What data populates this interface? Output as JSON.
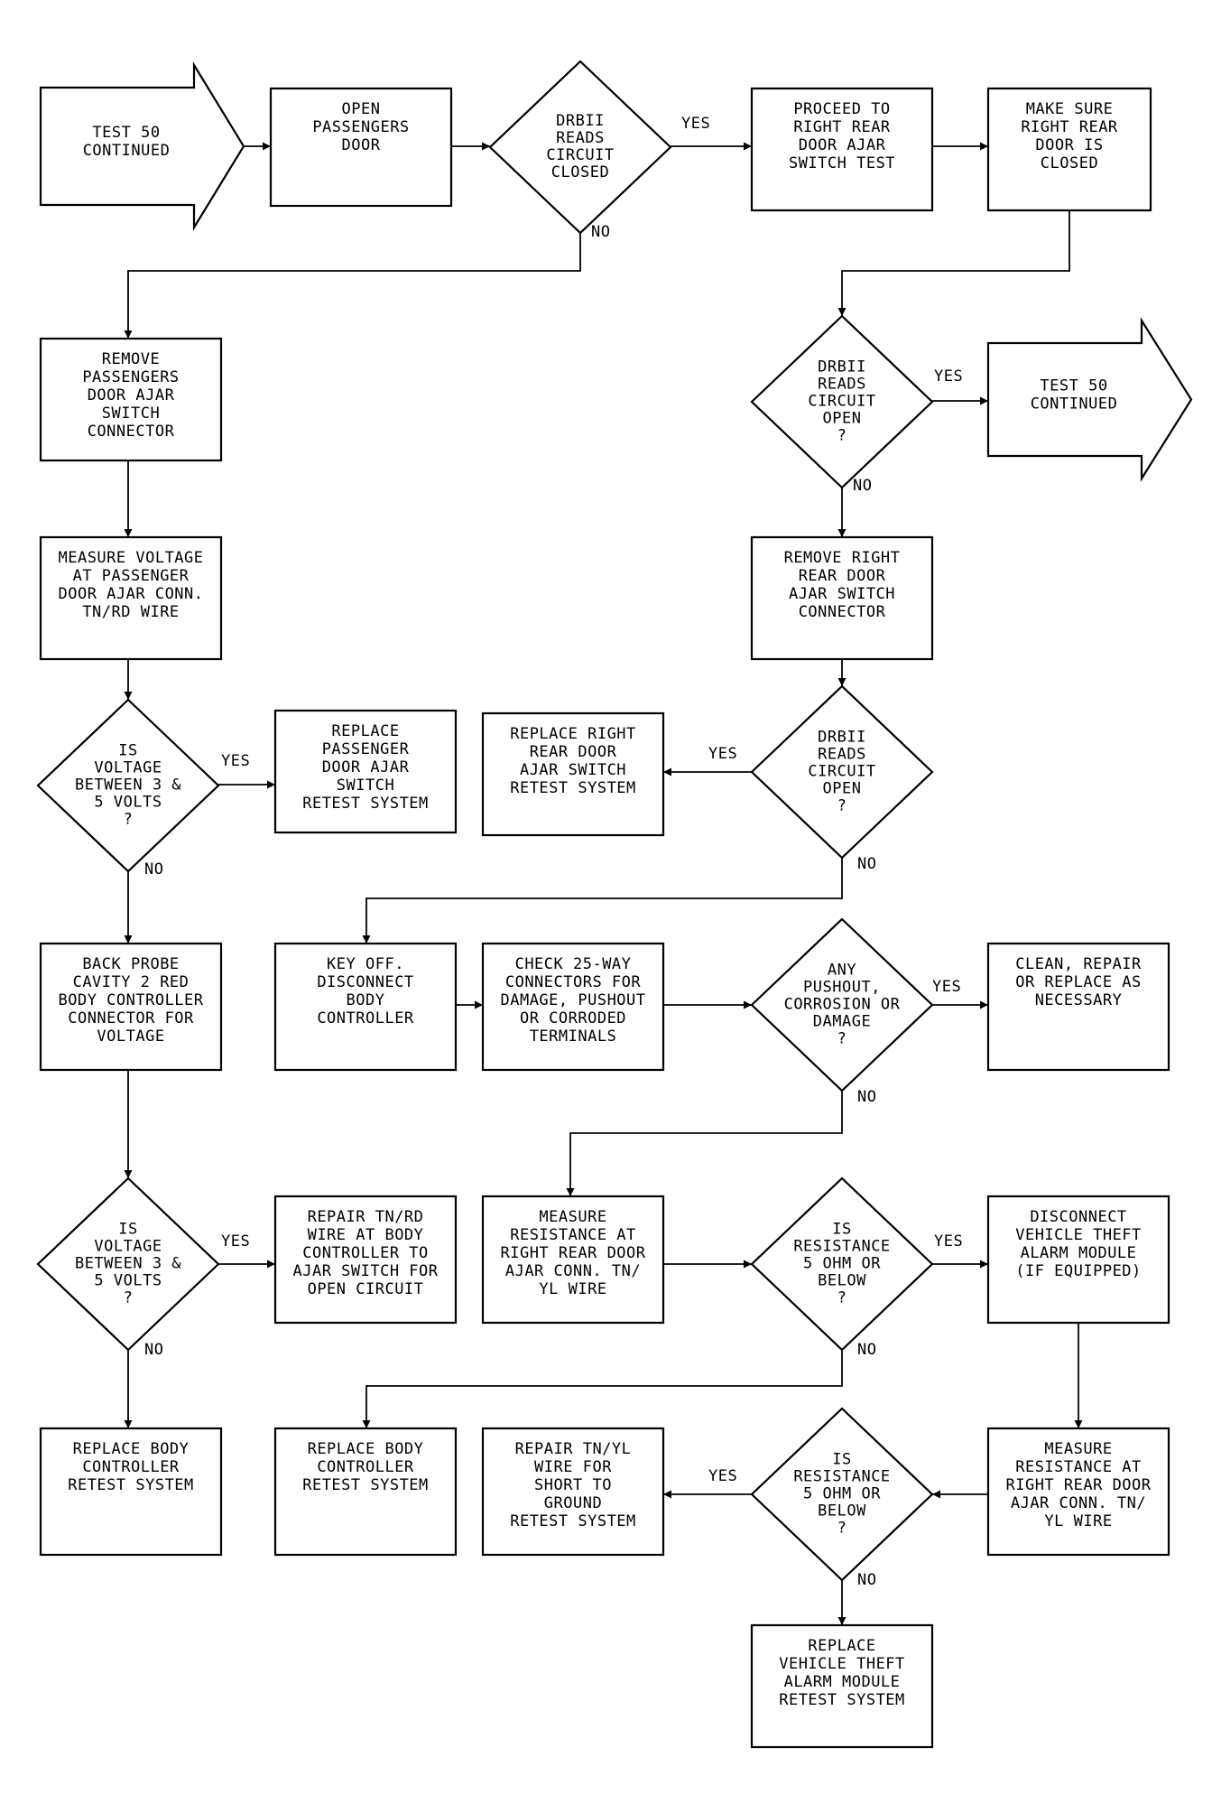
{
  "nodes": [
    {
      "id": "start",
      "shape": "arrow",
      "lines": [
        "TEST 50",
        "CONTINUED"
      ]
    },
    {
      "id": "open_door",
      "shape": "box",
      "lines": [
        "OPEN",
        "PASSENGERS",
        "DOOR"
      ]
    },
    {
      "id": "d_closed",
      "shape": "diamond",
      "lines": [
        "DRBII",
        "READS",
        "CIRCUIT",
        "CLOSED"
      ]
    },
    {
      "id": "proceed",
      "shape": "box",
      "lines": [
        "PROCEED TO",
        "RIGHT REAR",
        "DOOR AJAR",
        "SWITCH TEST"
      ]
    },
    {
      "id": "make_sure",
      "shape": "box",
      "lines": [
        "MAKE SURE",
        "RIGHT REAR",
        "DOOR IS",
        "CLOSED"
      ]
    },
    {
      "id": "remove_pass",
      "shape": "box",
      "lines": [
        "REMOVE",
        "PASSENGERS",
        "DOOR AJAR",
        "SWITCH",
        "CONNECTOR"
      ]
    },
    {
      "id": "d_open1",
      "shape": "diamond",
      "lines": [
        "DRBII",
        "READS",
        "CIRCUIT",
        "OPEN",
        "?"
      ]
    },
    {
      "id": "end_test",
      "shape": "arrow",
      "lines": [
        "TEST 50",
        "CONTINUED"
      ]
    },
    {
      "id": "measure_v",
      "shape": "box",
      "lines": [
        "MEASURE VOLTAGE",
        "AT PASSENGER",
        "DOOR AJAR CONN.",
        "TN/RD WIRE"
      ]
    },
    {
      "id": "remove_rr",
      "shape": "box",
      "lines": [
        "REMOVE RIGHT",
        "REAR DOOR",
        "AJAR SWITCH",
        "CONNECTOR"
      ]
    },
    {
      "id": "d_v1",
      "shape": "diamond",
      "lines": [
        "IS",
        "VOLTAGE",
        "BETWEEN 3 &",
        "5 VOLTS",
        "?"
      ]
    },
    {
      "id": "replace_pass",
      "shape": "box",
      "lines": [
        "REPLACE",
        "PASSENGER",
        "DOOR AJAR",
        "SWITCH",
        "RETEST SYSTEM"
      ]
    },
    {
      "id": "replace_rr",
      "shape": "box",
      "lines": [
        "REPLACE RIGHT",
        "REAR DOOR",
        "AJAR SWITCH",
        "RETEST SYSTEM"
      ]
    },
    {
      "id": "d_open2",
      "shape": "diamond",
      "lines": [
        "DRBII",
        "READS",
        "CIRCUIT",
        "OPEN",
        "?"
      ]
    },
    {
      "id": "back_probe",
      "shape": "box",
      "lines": [
        "BACK PROBE",
        "CAVITY 2 RED",
        "BODY CONTROLLER",
        "CONNECTOR FOR",
        "VOLTAGE"
      ]
    },
    {
      "id": "key_off",
      "shape": "box",
      "lines": [
        "KEY OFF.",
        "DISCONNECT",
        "BODY",
        "CONTROLLER"
      ]
    },
    {
      "id": "check25",
      "shape": "box",
      "lines": [
        "CHECK 25-WAY",
        "CONNECTORS FOR",
        "DAMAGE, PUSHOUT",
        "OR CORRODED",
        "TERMINALS"
      ]
    },
    {
      "id": "d_pushout",
      "shape": "diamond",
      "lines": [
        "ANY",
        "PUSHOUT,",
        "CORROSION OR",
        "DAMAGE",
        "?"
      ]
    },
    {
      "id": "clean",
      "shape": "box",
      "lines": [
        "CLEAN, REPAIR",
        "OR REPLACE AS",
        "NECESSARY"
      ]
    },
    {
      "id": "d_v2",
      "shape": "diamond",
      "lines": [
        "IS",
        "VOLTAGE",
        "BETWEEN 3 &",
        "5 VOLTS",
        "?"
      ]
    },
    {
      "id": "repair_tnrd",
      "shape": "box",
      "lines": [
        "REPAIR TN/RD",
        "WIRE AT BODY",
        "CONTROLLER TO",
        "AJAR SWITCH FOR",
        "OPEN CIRCUIT"
      ]
    },
    {
      "id": "measure_r1",
      "shape": "box",
      "lines": [
        "MEASURE",
        "RESISTANCE AT",
        "RIGHT REAR DOOR",
        "AJAR CONN. TN/",
        "YL WIRE"
      ]
    },
    {
      "id": "d_r1",
      "shape": "diamond",
      "lines": [
        "IS",
        "RESISTANCE",
        "5 OHM OR",
        "BELOW",
        "?"
      ]
    },
    {
      "id": "disconnect_vta",
      "shape": "box",
      "lines": [
        "DISCONNECT",
        "VEHICLE THEFT",
        "ALARM MODULE",
        "(IF EQUIPPED)"
      ]
    },
    {
      "id": "replace_bc1",
      "shape": "box",
      "lines": [
        "REPLACE BODY",
        "CONTROLLER",
        "RETEST SYSTEM"
      ]
    },
    {
      "id": "replace_bc2",
      "shape": "box",
      "lines": [
        "REPLACE BODY",
        "CONTROLLER",
        "RETEST SYSTEM"
      ]
    },
    {
      "id": "repair_tnyl",
      "shape": "box",
      "lines": [
        "REPAIR TN/YL",
        "WIRE FOR",
        "SHORT TO",
        "GROUND",
        "RETEST SYSTEM"
      ]
    },
    {
      "id": "d_r2",
      "shape": "diamond",
      "lines": [
        "IS",
        "RESISTANCE",
        "5 OHM OR",
        "BELOW",
        "?"
      ]
    },
    {
      "id": "measure_r2",
      "shape": "box",
      "lines": [
        "MEASURE",
        "RESISTANCE AT",
        "RIGHT REAR DOOR",
        "AJAR CONN. TN/",
        "YL WIRE"
      ]
    },
    {
      "id": "replace_vta",
      "shape": "box",
      "lines": [
        "REPLACE",
        "VEHICLE THEFT",
        "ALARM MODULE",
        "RETEST SYSTEM"
      ]
    }
  ],
  "edges": [
    {
      "from": "start",
      "to": "open_door",
      "label": ""
    },
    {
      "from": "open_door",
      "to": "d_closed",
      "label": ""
    },
    {
      "from": "d_closed",
      "to": "proceed",
      "label": "YES"
    },
    {
      "from": "proceed",
      "to": "make_sure",
      "label": ""
    },
    {
      "from": "d_closed",
      "to": "remove_pass",
      "label": "NO"
    },
    {
      "from": "make_sure",
      "to": "d_open1",
      "label": ""
    },
    {
      "from": "d_open1",
      "to": "end_test",
      "label": "YES"
    },
    {
      "from": "d_open1",
      "to": "remove_rr",
      "label": "NO"
    },
    {
      "from": "remove_pass",
      "to": "measure_v",
      "label": ""
    },
    {
      "from": "measure_v",
      "to": "d_v1",
      "label": ""
    },
    {
      "from": "d_v1",
      "to": "replace_pass",
      "label": "YES"
    },
    {
      "from": "d_v1",
      "to": "back_probe",
      "label": "NO"
    },
    {
      "from": "remove_rr",
      "to": "d_open2",
      "label": ""
    },
    {
      "from": "d_open2",
      "to": "replace_rr",
      "label": "YES"
    },
    {
      "from": "d_open2",
      "to": "key_off",
      "label": "NO"
    },
    {
      "from": "key_off",
      "to": "check25",
      "label": ""
    },
    {
      "from": "check25",
      "to": "d_pushout",
      "label": ""
    },
    {
      "from": "d_pushout",
      "to": "clean",
      "label": "YES"
    },
    {
      "from": "d_pushout",
      "to": "measure_r1",
      "label": "NO"
    },
    {
      "from": "back_probe",
      "to": "d_v2",
      "label": ""
    },
    {
      "from": "d_v2",
      "to": "repair_tnrd",
      "label": "YES"
    },
    {
      "from": "d_v2",
      "to": "replace_bc1",
      "label": "NO"
    },
    {
      "from": "measure_r1",
      "to": "d_r1",
      "label": ""
    },
    {
      "from": "d_r1",
      "to": "disconnect_vta",
      "label": "YES"
    },
    {
      "from": "d_r1",
      "to": "replace_bc2",
      "label": "NO"
    },
    {
      "from": "disconnect_vta",
      "to": "measure_r2",
      "label": ""
    },
    {
      "from": "measure_r2",
      "to": "d_r2",
      "label": ""
    },
    {
      "from": "d_r2",
      "to": "repair_tnyl",
      "label": "YES"
    },
    {
      "from": "d_r2",
      "to": "replace_vta",
      "label": "NO"
    }
  ]
}
